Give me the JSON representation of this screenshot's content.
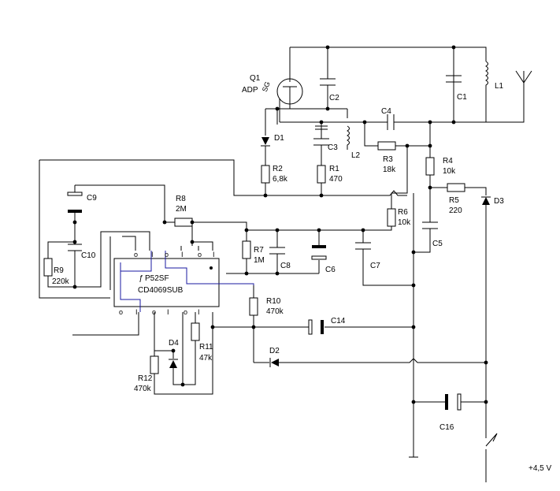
{
  "labels": {
    "q1": "Q1",
    "q1_type": "ADP",
    "c1": "C1",
    "c2": "C2",
    "c3": "C3",
    "c4": "C4",
    "c5": "C5",
    "c6": "C6",
    "c7": "C7",
    "c8": "C8",
    "c9": "C9",
    "c10": "C10",
    "c14": "C14",
    "c16": "C16",
    "l1": "L1",
    "l2": "L2",
    "d1": "D1",
    "d2": "D2",
    "d3": "D3",
    "d4": "D4",
    "r1": "R1",
    "r1_val": "470",
    "r2": "R2",
    "r2_val": "6,8k",
    "r3": "R3",
    "r3_val": "18k",
    "r4": "R4",
    "r4_val": "10k",
    "r5": "R5",
    "r5_val": "220",
    "r6": "R6",
    "r6_val": "10k",
    "r7": "R7",
    "r7_val": "1M",
    "r8": "R8",
    "r8_val": "2M",
    "r9": "R9",
    "r9_val": "220k",
    "r10": "R10",
    "r10_val": "470k",
    "r11": "R11",
    "r11_val": "47k",
    "r12": "R12",
    "r12_val": "470k",
    "ic_line1": "P52SF",
    "ic_line2": "CD4069SUB",
    "supply": "+4,5 V",
    "pin_i": "I",
    "pin_o": "o"
  }
}
